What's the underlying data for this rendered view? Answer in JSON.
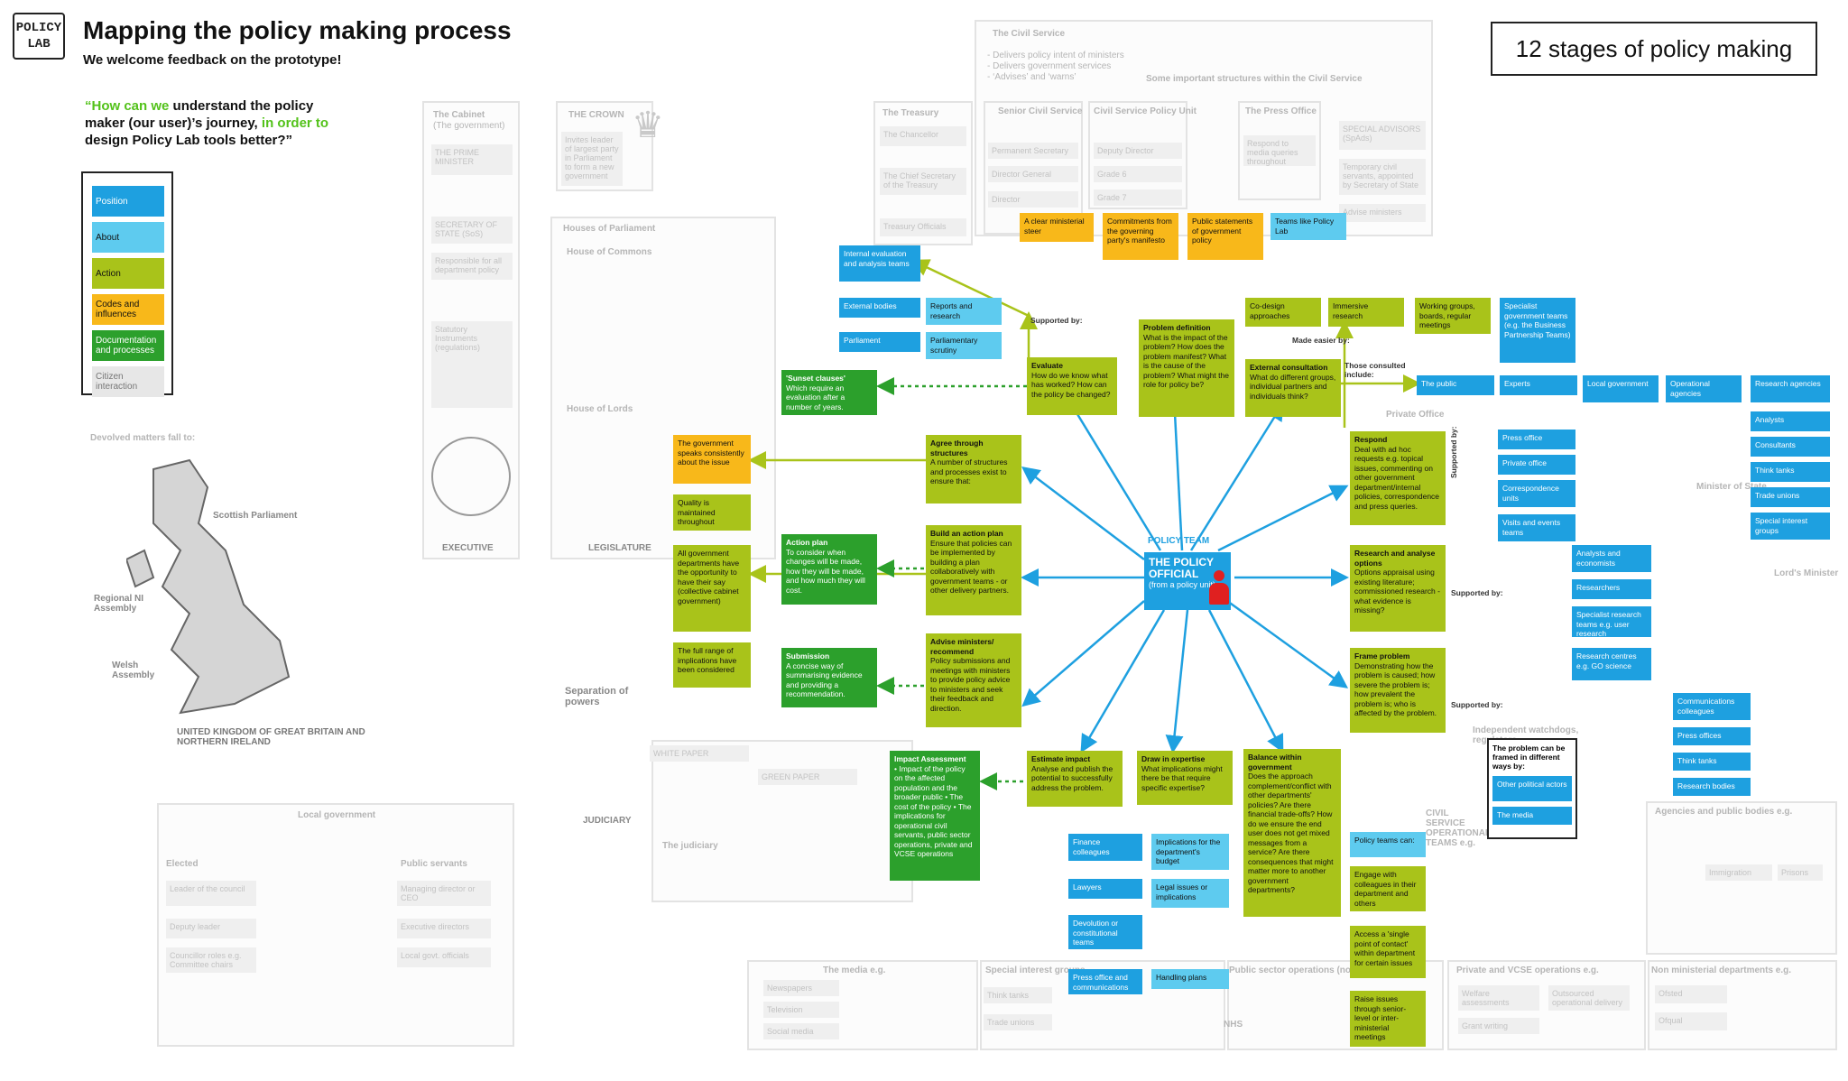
{
  "header": {
    "logo_line1": "POLICY",
    "logo_line2": "LAB",
    "title": "Mapping the policy making process",
    "subtitle": "We welcome feedback on the prototype!",
    "quote_a": "“How can we ",
    "quote_b": "understand the policy maker (our user)’s journey, ",
    "quote_c": "in order to ",
    "quote_d": "design Policy Lab tools better?”",
    "stages": "12 stages of policy making"
  },
  "legend": [
    {
      "label": "Position",
      "color": "#1ea0e0"
    },
    {
      "label": "About",
      "color": "#5ecbef"
    },
    {
      "label": "Action",
      "color": "#a9c31a"
    },
    {
      "label": "Codes and influences",
      "color": "#f8b81a"
    },
    {
      "label": "Documentation and processes",
      "color": "#2ca02c"
    },
    {
      "label": "Citizen interaction",
      "color": "#e7e7e7"
    }
  ],
  "background": {
    "civil_service": "The Civil Service",
    "civil_service_note1": "- Delivers policy intent of ministers",
    "civil_service_note2": "- Delivers government services",
    "civil_service_note3": "- ‘Advises’ and ‘warns’",
    "structures": "Some important structures within the Civil Service",
    "treasury": "The Treasury",
    "chancellor": "The Chancellor",
    "chief_secretary": "The Chief Secretary of the Treasury",
    "treasury_officials": "Treasury Officials",
    "senior_cs": "Senior Civil Service",
    "perm_sec": "Permanent Secretary",
    "dir_general": "Director General",
    "director": "Director",
    "cs_policy_unit": "Civil Service Policy Unit",
    "deputy_director": "Deputy Director",
    "grade6": "Grade 6",
    "grade7": "Grade 7",
    "press_office": "The Press Office",
    "press_note": "Respond to media queries throughout",
    "spads": "SPECIAL ADVISORS (SpAds)",
    "spads_note": "Temporary civil servants, appointed by Secretary of State",
    "advise_ministers": "Advise ministers",
    "cabinet": "The Cabinet",
    "cabinet_sub": "(The government)",
    "pm": "THE PRIME MINISTER",
    "sos": "SECRETARY OF STATE (SoS)",
    "sos_note": "Responsible for all department policy",
    "statutory": "Statutory Instruments (regulations)",
    "crown": "THE CROWN",
    "crown_note": "Invites leader of largest party in Parliament to form a new government",
    "houses": "Houses of Parliament",
    "commons": "House of Commons",
    "lords": "House of Lords",
    "executive": "EXECUTIVE",
    "legislature": "LEGISLATURE",
    "judiciary": "JUDICIARY",
    "separation": "Separation of powers",
    "local_gov": "Local government",
    "elected": "Elected",
    "public_servants": "Public servants",
    "leader": "Leader of the council",
    "deputy_leader": "Deputy leader",
    "councillor": "Councillor roles e.g. Committee chairs",
    "managing_director": "Managing director or CEO",
    "exec_directors": "Executive directors",
    "local_officials": "Local govt. officials",
    "uk": "UNITED KINGDOM OF GREAT BRITAIN AND NORTHERN IRELAND",
    "scottish": "Scottish Parliament",
    "ni": "Regional NI Assembly",
    "welsh": "Welsh Assembly",
    "devolved": "Devolved matters fall to:",
    "white_paper": "WHITE PAPER",
    "green_paper": "GREEN PAPER",
    "the_judiciary": "The judiciary",
    "media": "The media e.g.",
    "newspapers": "Newspapers",
    "television": "Television",
    "social_media": "Social media",
    "special_interest": "Special interest groups",
    "think_tanks": "Think tanks",
    "trade_unions": "Trade unions",
    "public_sector": "Public sector operations (non-civil service)",
    "nhs": "NHS",
    "private_vcse": "Private and VCSE operations e.g.",
    "welfare": "Welfare assessments",
    "outsourced": "Outsourced operational delivery",
    "grant": "Grant writing",
    "non_ministerial": "Non ministerial departments e.g.",
    "ofsted": "Ofsted",
    "ofqual": "Ofqual",
    "agencies": "Agencies and public bodies e.g.",
    "immigration": "Immigration",
    "prisons": "Prisons",
    "civil_service_ops": "CIVIL SERVICE OPERATIONAL TEAMS e.g.",
    "independent_watchdogs": "Independent watchdogs, regulators",
    "lords_minister": "Lord's Minister",
    "minister_state": "Minister of State",
    "pps": "Private Office"
  },
  "center": {
    "policy_team": "POLICY TEAM",
    "official_title": "THE POLICY OFFICIAL",
    "official_sub": "(from a policy unit)"
  },
  "stages": [
    {
      "title": "Problem definition",
      "text": "What is the impact of the problem? How does the problem manifest? What is the cause of the problem? What might the role for policy be?"
    },
    {
      "title": "External consultation",
      "text": "What do different groups, individual partners and individuals think?"
    },
    {
      "title": "Respond",
      "text": "Deal with ad hoc requests e.g. topical issues, commenting on other government department/internal policies, correspondence and press queries."
    },
    {
      "title": "Research and analyse options",
      "text": "Options appraisal using existing literature; commissioned research - what evidence is missing?"
    },
    {
      "title": "Frame problem",
      "text": "Demonstrating how the problem is caused; how severe the problem is; how prevalent the problem is; who is affected by the problem."
    },
    {
      "title": "Balance within government",
      "text": "Does the approach complement/conflict with other departments' policies? Are there financial trade-offs? How do we ensure the end user does not get mixed messages from a service? Are there consequences that might matter more to another government departments?"
    },
    {
      "title": "Draw in expertise",
      "text": "What implications might there be that require specific expertise?"
    },
    {
      "title": "Estimate impact",
      "text": "Analyse and publish the potential to successfully address the problem."
    },
    {
      "title": "Advise ministers/ recommend",
      "text": "Policy submissions and meetings with ministers to provide policy advice to ministers and seek their feedback and direction."
    },
    {
      "title": "Build an action plan",
      "text": "Ensure that policies can be implemented by building a plan collaboratively with government teams - or other delivery partners."
    },
    {
      "title": "Agree through structures",
      "text": "A number of structures and processes exist to ensure that:"
    },
    {
      "title": "Evaluate",
      "text": "How do we know what has worked? How can the policy be changed?"
    }
  ],
  "yellow_top": [
    "A clear ministerial steer",
    "Commitments from the governing party's manifesto",
    "Public statements of government policy"
  ],
  "yellow_left": "The government speaks consistently about the issue",
  "green_left": [
    "Quality is maintained throughout",
    "All government departments have the opportunity to have their say (collective cabinet government)",
    "The full range of implications have been considered"
  ],
  "docs": [
    {
      "title": "'Sunset clauses'",
      "text": "Which require an evaluation after a number of years."
    },
    {
      "title": "Action plan",
      "text": "To consider when changes will be made, how they will be made, and how much they will cost."
    },
    {
      "title": "Submission",
      "text": "A concise way of summarising evidence and providing a recommendation."
    },
    {
      "title": "Impact Assessment",
      "text": "• Impact of the policy on the affected population and the broader public • The cost of the policy • The implications for operational civil servants, public sector operations, private and VCSE operations"
    }
  ],
  "support_left": [
    "Internal evaluation and analysis teams",
    "External bodies",
    "Reports and research",
    "Parliament",
    "Parliamentary scrutiny"
  ],
  "teams_like": "Teams like Policy Lab",
  "support_top": [
    "Co-design approaches",
    "Immersive research",
    "Working groups, boards, regular meetings",
    "Specialist government teams (e.g. the Business Partnership Teams)"
  ],
  "labels": {
    "supported_by": "Supported by:",
    "made_easier_by": "Made easier by:",
    "those_consulted": "Those consulted include:",
    "supported_by2": "Supported by:",
    "supported_by3": "Supported by:",
    "supported_by4": "Supported by:"
  },
  "consulted": [
    "The public",
    "Experts",
    "Local government",
    "Operational agencies",
    "Research agencies",
    "Analysts",
    "Consultants",
    "Think tanks",
    "Trade unions",
    "Special interest groups"
  ],
  "respond_support": [
    "Press office",
    "Private office",
    "Correspondence units",
    "Visits and events teams"
  ],
  "research_support": [
    "Analysts and economists",
    "Researchers",
    "Specialist research teams e.g. user research",
    "Research centres e.g. GO science"
  ],
  "frame_support": [
    "Communications colleagues",
    "Press offices",
    "Think tanks",
    "Research bodies"
  ],
  "framed_box": {
    "title": "The problem can be framed in different ways by:",
    "items": [
      "Other political actors",
      "The media"
    ]
  },
  "bottom_blue": [
    "Finance colleagues",
    "Lawyers",
    "Devolution or constitutional teams",
    "Press office and communications"
  ],
  "bottom_blue2": [
    "Implications for the department's budget",
    "Legal issues or implications",
    "Handling plans"
  ],
  "balance_green": [
    "Policy teams can:",
    "Engage with colleagues in their department and others",
    "Access a 'single point of contact' within department for certain issues",
    "Raise issues through senior-level or inter-ministerial meetings"
  ]
}
